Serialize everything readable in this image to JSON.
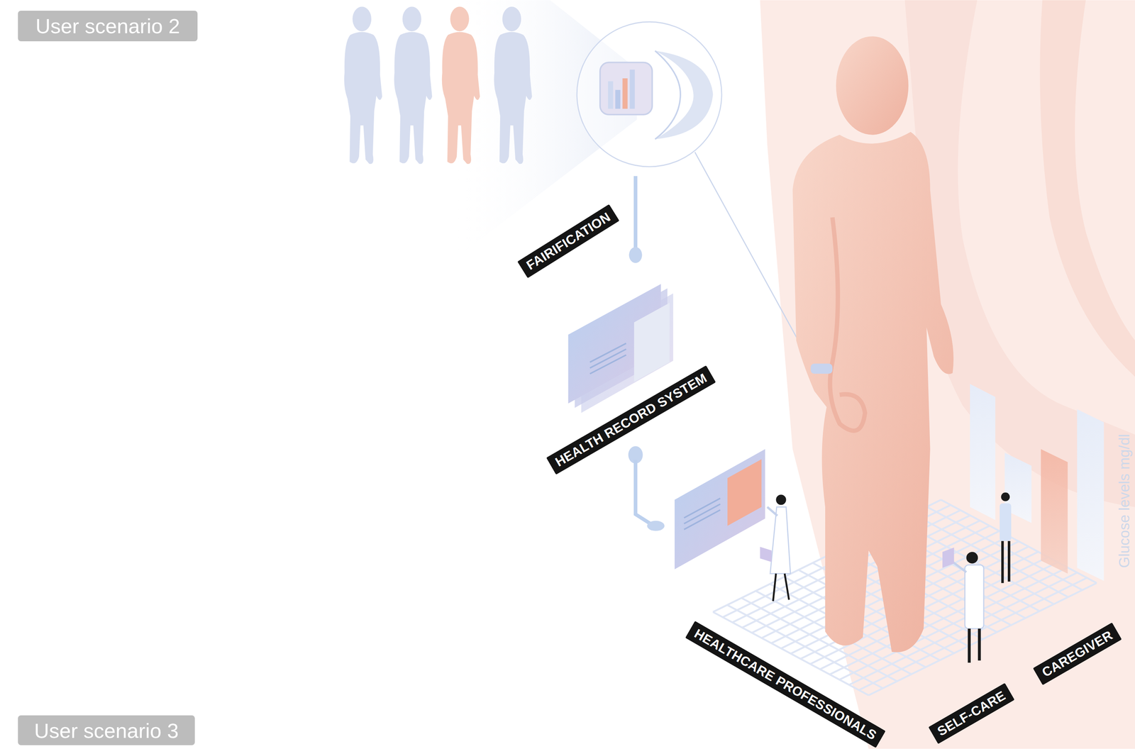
{
  "diagram": {
    "nodes": [
      {
        "text": [
          "User scenario 2"
        ]
      },
      {
        "text": [
          "User scenario 3"
        ]
      },
      {
        "text": [
          "FAIRIFICATION"
        ]
      },
      {
        "text": [
          "HEALTH RECORD SYSTEM"
        ]
      },
      {
        "text": [
          "HEALTHCARE PROFESSIONALS"
        ]
      },
      {
        "text": [
          "SELF-CARE"
        ]
      },
      {
        "text": [
          "CAREGIVER"
        ]
      }
    ],
    "labels": [
      "Glucose levels mg/dl"
    ]
  }
}
